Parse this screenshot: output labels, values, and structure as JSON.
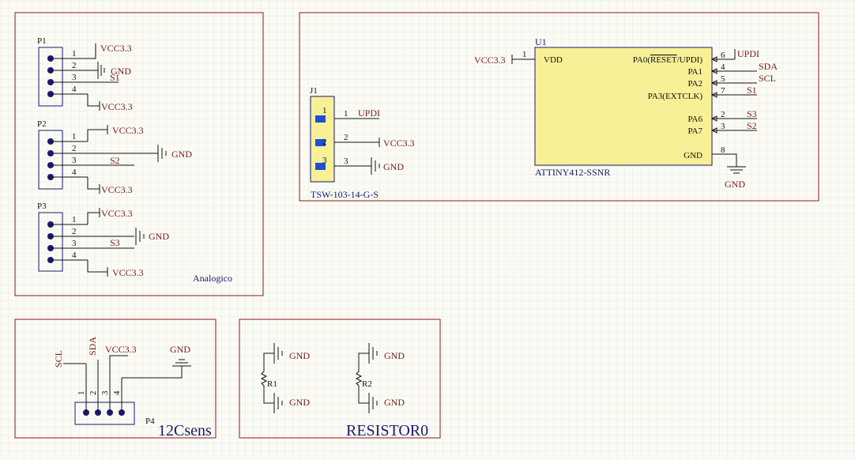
{
  "nets": {
    "vcc": "VCC3.3",
    "gnd": "GND",
    "updi": "UPDI",
    "sda": "SDA",
    "scl": "SCL",
    "s1": "S1",
    "s2": "S2",
    "s3": "S3"
  },
  "pin_numbers": [
    "1",
    "2",
    "3",
    "4",
    "5",
    "6",
    "7",
    "8"
  ],
  "p1": {
    "ref": "P1"
  },
  "p2": {
    "ref": "P2"
  },
  "p3": {
    "ref": "P3"
  },
  "analog_block": {
    "label": "Analogico"
  },
  "j1": {
    "ref": "J1",
    "part": "TSW-103-14-G-S"
  },
  "u1": {
    "ref": "U1",
    "part": "ATTINY412-SSNR",
    "pins": {
      "vdd": "VDD",
      "pa0_prefix": "PA0(",
      "pa0_reset": "RESET",
      "pa0_suffix": "/UPDI)",
      "pa1": "PA1",
      "pa2": "PA2",
      "pa3": "PA3(EXTCLK)",
      "pa6": "PA6",
      "pa7": "PA7",
      "gnd": "GND"
    }
  },
  "p4": {
    "ref": "P4",
    "sheet_label": "12Csens"
  },
  "resistor_block": {
    "label": "RESISTOR0",
    "r1": "R1",
    "r2": "R2"
  }
}
